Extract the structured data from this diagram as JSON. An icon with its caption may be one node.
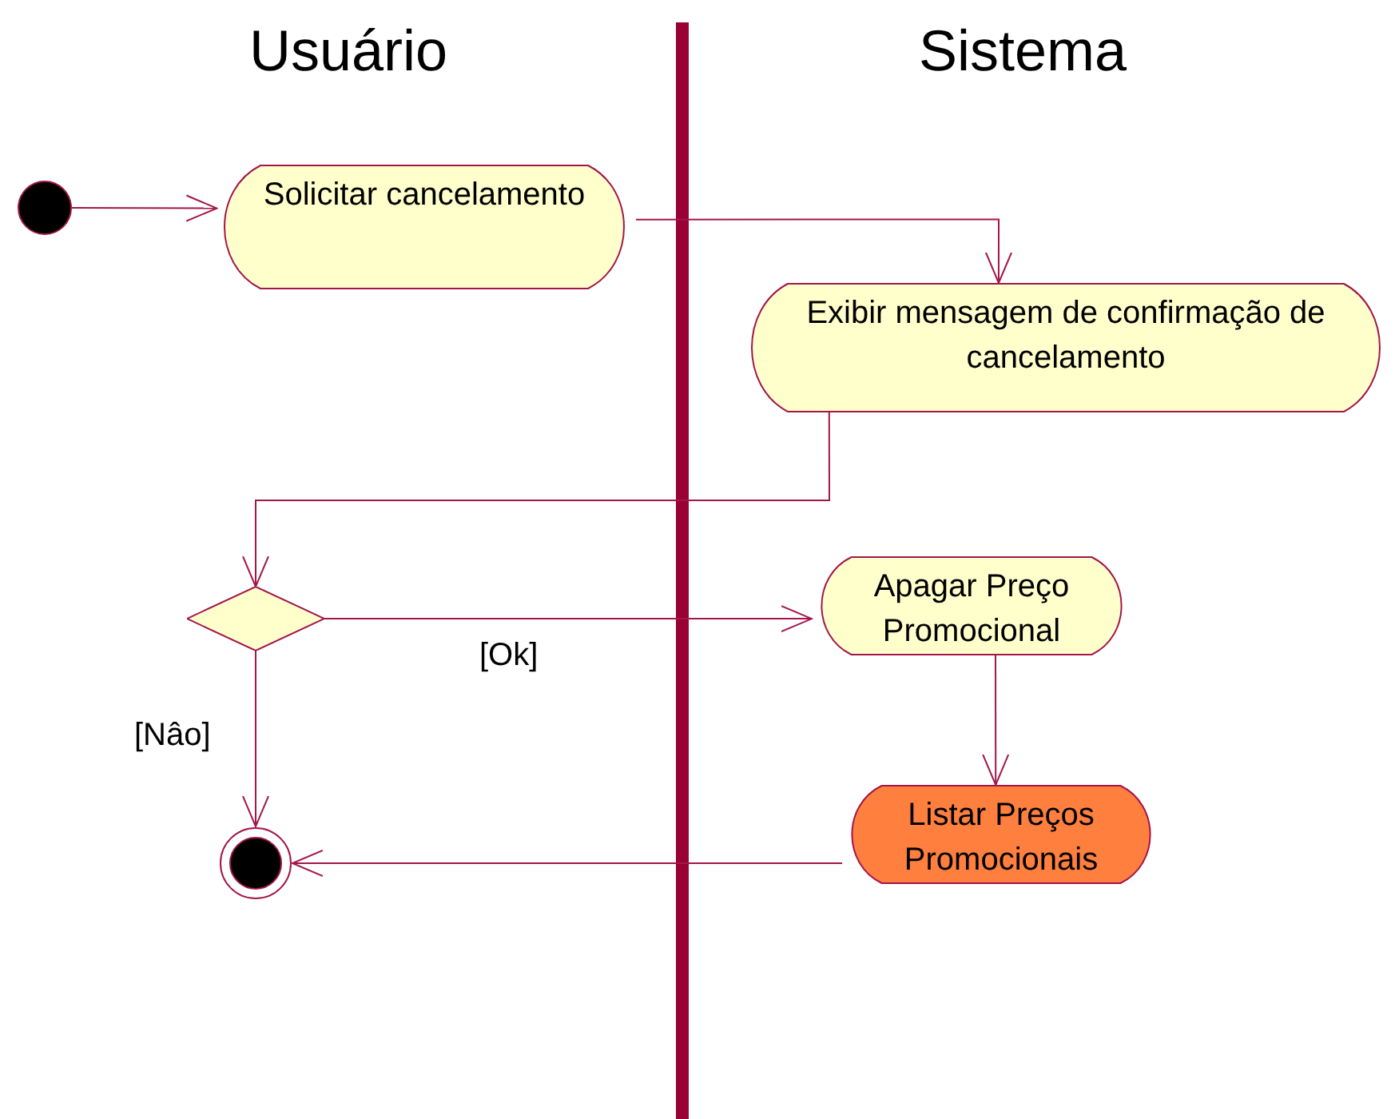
{
  "diagram": {
    "nodes": [
      {
        "text": [],
        "shape": "circle"
      },
      {
        "text": [
          "Solicitar cancelamento"
        ]
      },
      {
        "text": [
          "Exibir mensagem de confirmação de cancelamento"
        ]
      },
      {
        "text": [],
        "shape": "diamond"
      },
      {
        "text": [
          "Apagar Preço Promocional"
        ]
      },
      {
        "text": [
          "Listar Preços Promocionais"
        ]
      },
      {
        "text": [],
        "shape": "circle"
      }
    ],
    "edges": [
      {
        "from": 0,
        "to": 1,
        "arrow": "to"
      },
      {
        "from": 1,
        "to": 2,
        "arrow": "to"
      },
      {
        "from": 2,
        "to": 3,
        "arrow": "to"
      },
      {
        "from": 3,
        "to": 4,
        "arrow": "to",
        "label": "[Ok]"
      },
      {
        "from": 3,
        "to": 6,
        "arrow": "to",
        "label": "[Nâo]"
      },
      {
        "from": 4,
        "to": 5,
        "arrow": "to"
      },
      {
        "from": 5,
        "to": 6,
        "arrow": "to"
      }
    ],
    "labels": [
      "Usuário",
      "Sistema"
    ]
  }
}
